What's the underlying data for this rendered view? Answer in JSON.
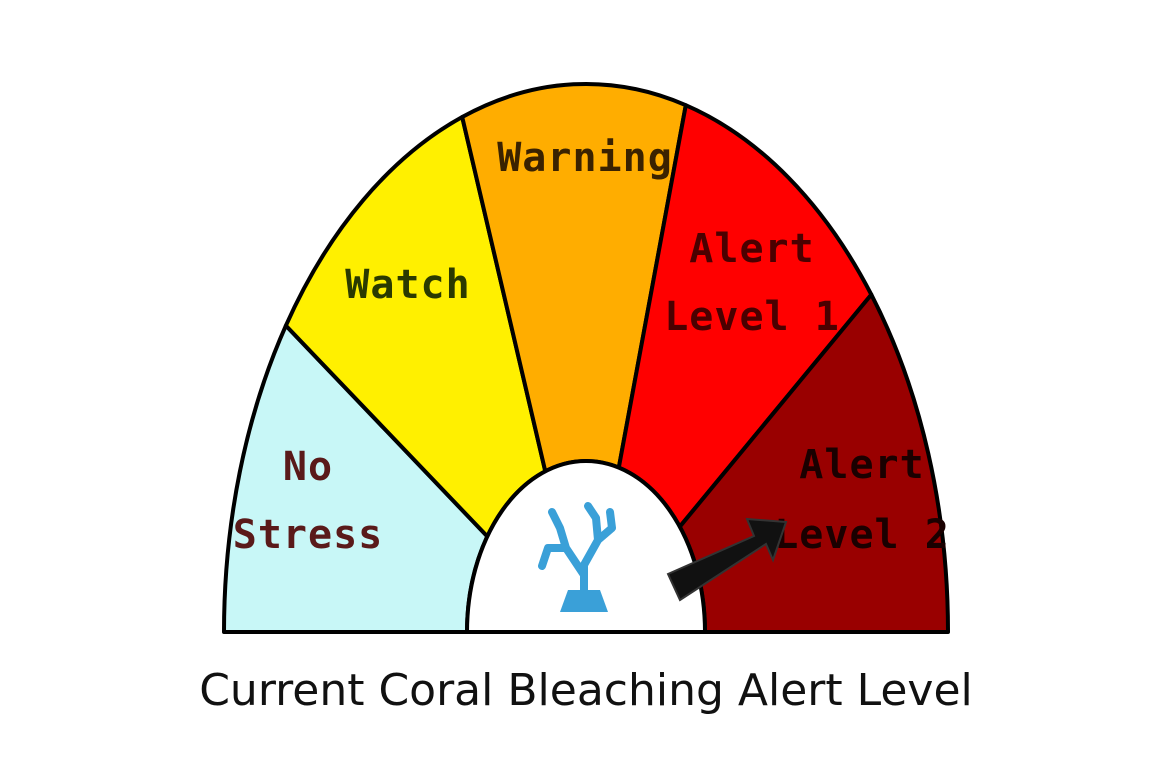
{
  "gauge": {
    "segments": [
      {
        "id": "no-stress",
        "lines": [
          "No",
          "Stress"
        ],
        "fill": "#c8f7f7",
        "text": "#5a1a1a"
      },
      {
        "id": "watch",
        "lines": [
          "Watch"
        ],
        "fill": "#fff000",
        "text": "#2a3a00"
      },
      {
        "id": "warning",
        "lines": [
          "Warning"
        ],
        "fill": "#ffad00",
        "text": "#3a2200"
      },
      {
        "id": "alert-level-1",
        "lines": [
          "Alert",
          "Level 1"
        ],
        "fill": "#ff0000",
        "text": "#4a0000"
      },
      {
        "id": "alert-level-2",
        "lines": [
          "Alert",
          "Level 2"
        ],
        "fill": "#990000",
        "text": "#1a0000"
      }
    ],
    "current_level": "alert-level-2",
    "pointer_color": "#111111",
    "hub_icon": "coral-icon",
    "hub_icon_color": "#3aa0d8"
  },
  "caption": "Current Coral Bleaching Alert Level"
}
